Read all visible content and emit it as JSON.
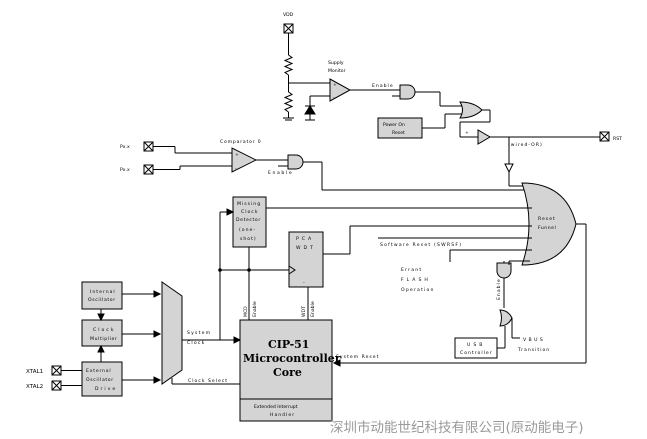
{
  "pins": {
    "vdd": "VDD",
    "p0x_a": "Px.x",
    "p0x_b": "Px.x",
    "xtal1": "XTAL1",
    "xtal2": "XTAL2",
    "rst": "RST"
  },
  "labels": {
    "supply_monitor_line1": "Supply",
    "supply_monitor_line2": "Monitor",
    "enable_top": "Enable",
    "power_on_line1": "Power On",
    "power_on_line2": "Reset",
    "wired_or": "(wired-OR)",
    "comparator0": "Comparator 0",
    "comp_enable": "Enable",
    "missing_clock_1": "Missing",
    "missing_clock_2": "Clock",
    "missing_clock_3": "Detector",
    "missing_clock_4": "(one-",
    "missing_clock_5": "shot)",
    "pca_1": "PCA",
    "pca_2": "WDT",
    "reset_funnel_1": "Reset",
    "reset_funnel_2": "Funnel",
    "software_reset": "Software Reset (SWRSF)",
    "errant_1": "Errant",
    "errant_2": "FLASH",
    "errant_3": "Operation",
    "usb_enable": "Enable",
    "usb_controller_1": "USB",
    "usb_controller_2": "Controller",
    "vbus_1": "VBUS",
    "vbus_2": "Transition",
    "internal_osc_1": "Internal",
    "internal_osc_2": "Oscillator",
    "clock_mult_1": "Clock",
    "clock_mult_2": "Multiplier",
    "external_osc_1": "External",
    "external_osc_2": "Oscillator",
    "external_osc_3": "Drive",
    "system_clock_1": "System",
    "system_clock_2": "Clock",
    "clock_select": "Clock Select",
    "mcd_enable_1": "MCD",
    "mcd_enable_2": "Enable",
    "wdt_enable_1": "WDT",
    "wdt_enable_2": "Enable",
    "cip51_1": "CIP-51",
    "cip51_2": "Microcontroller",
    "cip51_3": "Core",
    "ext_interrupt_1": "Extended Interrupt",
    "ext_interrupt_2": "Handler",
    "system_reset": "System Reset",
    "watermark": "深圳市动能世纪科技有限公司(原动能电子)",
    "plus_sign": "+",
    "minus_sign": "-"
  }
}
